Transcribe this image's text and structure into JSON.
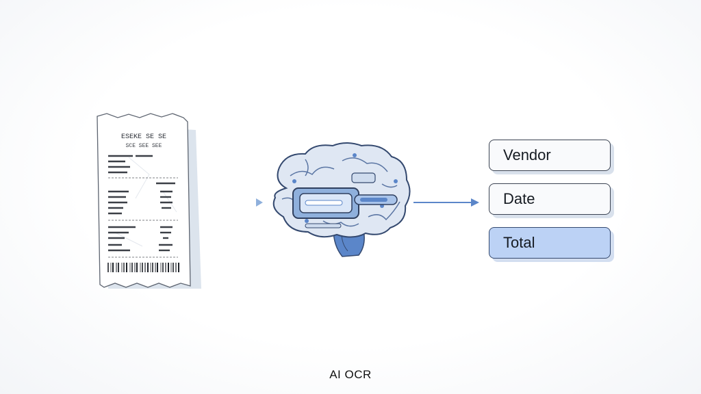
{
  "diagram": {
    "receipt": {
      "header_text": "ESEKE SE SE",
      "subheader_text": "SCE SEE SEE"
    },
    "fields": [
      {
        "label": "Vendor",
        "highlighted": false
      },
      {
        "label": "Date",
        "highlighted": false
      },
      {
        "label": "Total",
        "highlighted": true
      }
    ],
    "caption": "AI OCR"
  },
  "colors": {
    "accent_blue": "#5b86c9",
    "highlight_fill": "#bcd2f5",
    "outline": "#3b4352"
  }
}
